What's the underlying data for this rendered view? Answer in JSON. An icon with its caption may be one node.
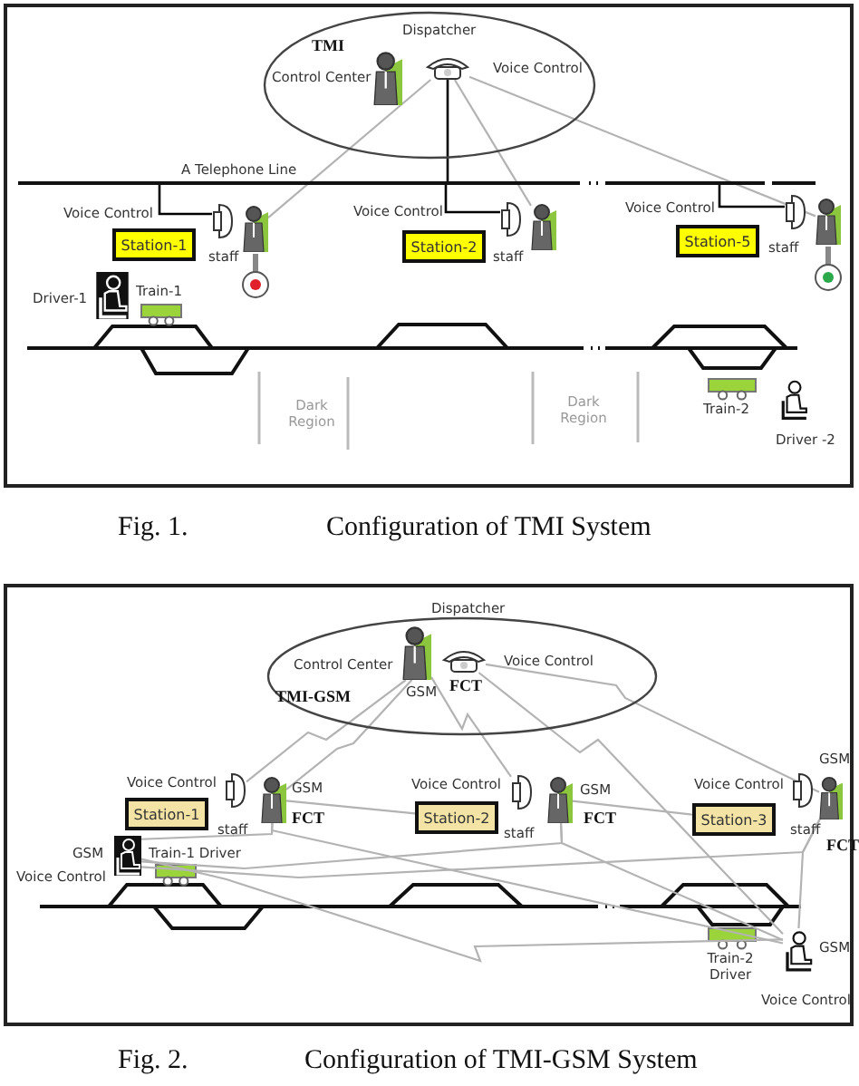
{
  "diagram": {
    "nodes": [
      {
        "text": [
          "TMI",
          "Control Center"
        ]
      },
      {
        "text": [],
        "shape": "person",
        "in": 0,
        "beside": [
          "Dispatcher"
        ]
      },
      {
        "text": [],
        "shape": "telephone",
        "in": 0,
        "beside": [
          "Voice Control"
        ]
      },
      {
        "text": [],
        "shape": "bar",
        "beside": [
          "A  Telephone Line"
        ]
      },
      {
        "text": [
          "Station-1"
        ]
      },
      {
        "text": [],
        "shape": "telephone"
      },
      {
        "text": [],
        "shape": "person",
        "beside": [
          "staff"
        ]
      },
      {
        "text": [
          "Station-2"
        ]
      },
      {
        "text": [],
        "shape": "telephone"
      },
      {
        "text": [],
        "shape": "person",
        "beside": [
          "staff"
        ]
      },
      {
        "text": [
          "Station-5"
        ]
      },
      {
        "text": [],
        "shape": "telephone"
      },
      {
        "text": [],
        "shape": "person",
        "beside": [
          "staff"
        ]
      },
      {
        "text": [
          "Control Center",
          "TMI-GSM"
        ]
      },
      {
        "text": [],
        "shape": "person",
        "in": 13,
        "beside": [
          "Dispatcher",
          "GSM"
        ]
      },
      {
        "text": [],
        "shape": "telephone",
        "in": 13,
        "beside": [
          "Voice Control",
          "FCT"
        ]
      },
      {
        "text": [
          "Station-1"
        ]
      },
      {
        "text": [],
        "shape": "telephone",
        "beside": [
          "Voice Control"
        ]
      },
      {
        "text": [],
        "shape": "person",
        "beside": [
          "staff",
          "GSM",
          "FCT"
        ]
      },
      {
        "text": [
          "Station-2"
        ]
      },
      {
        "text": [],
        "shape": "telephone",
        "beside": [
          "Voice Control"
        ]
      },
      {
        "text": [],
        "shape": "person",
        "beside": [
          "staff",
          "GSM",
          "FCT"
        ]
      },
      {
        "text": [
          "Station-3"
        ]
      },
      {
        "text": [],
        "shape": "telephone",
        "beside": [
          "Voice Control"
        ]
      },
      {
        "text": [],
        "shape": "person",
        "beside": [
          "GSM",
          "staff",
          "FCT"
        ]
      },
      {
        "text": [],
        "shape": "person",
        "beside": [
          "GSM",
          "Voice Control",
          "Train-1 Driver"
        ]
      },
      {
        "text": [],
        "shape": "person",
        "beside": [
          "Train-2 Driver",
          "GSM",
          "Voice Control"
        ]
      }
    ],
    "edges": [
      {
        "from": 2,
        "to": 3,
        "arrow": "none",
        "color": "#000000"
      },
      {
        "from": 3,
        "to": 5,
        "arrow": "none",
        "color": "#000000"
      },
      {
        "from": 3,
        "to": 8,
        "arrow": "none",
        "color": "#000000"
      },
      {
        "from": 3,
        "to": 11,
        "arrow": "none",
        "color": "#000000"
      },
      {
        "from": 2,
        "to": 6,
        "arrow": "none"
      },
      {
        "from": 2,
        "to": 9,
        "arrow": "none"
      },
      {
        "from": 2,
        "to": 12,
        "arrow": "none"
      },
      {
        "from": 14,
        "to": 17,
        "arrow": "none"
      },
      {
        "from": 14,
        "to": 18,
        "arrow": "none"
      },
      {
        "from": 14,
        "to": 20,
        "arrow": "none"
      },
      {
        "from": 15,
        "to": 24,
        "arrow": "none"
      },
      {
        "from": 15,
        "to": 26,
        "arrow": "none"
      },
      {
        "from": 18,
        "to": 19,
        "arrow": "none"
      },
      {
        "from": 21,
        "to": 22,
        "arrow": "none"
      },
      {
        "from": 18,
        "to": 26,
        "arrow": "none"
      },
      {
        "from": 21,
        "to": 26,
        "arrow": "none"
      },
      {
        "from": 18,
        "to": 25,
        "arrow": "none"
      },
      {
        "from": 21,
        "to": 25,
        "arrow": "none"
      },
      {
        "from": 24,
        "to": 25,
        "arrow": "none"
      },
      {
        "from": 25,
        "to": 26,
        "arrow": "none"
      },
      {
        "from": 24,
        "to": 26,
        "arrow": "none"
      }
    ],
    "labels": [
      "Voice Control",
      "Voice Control",
      "Voice Control",
      "Driver-1",
      "Train-1",
      "Dark Region",
      "Dark Region",
      "Train-2",
      "Driver -2",
      "Fig. 1.",
      "Configuration of TMI System",
      "Fig. 2.",
      "Configuration of TMI-GSM System"
    ]
  }
}
